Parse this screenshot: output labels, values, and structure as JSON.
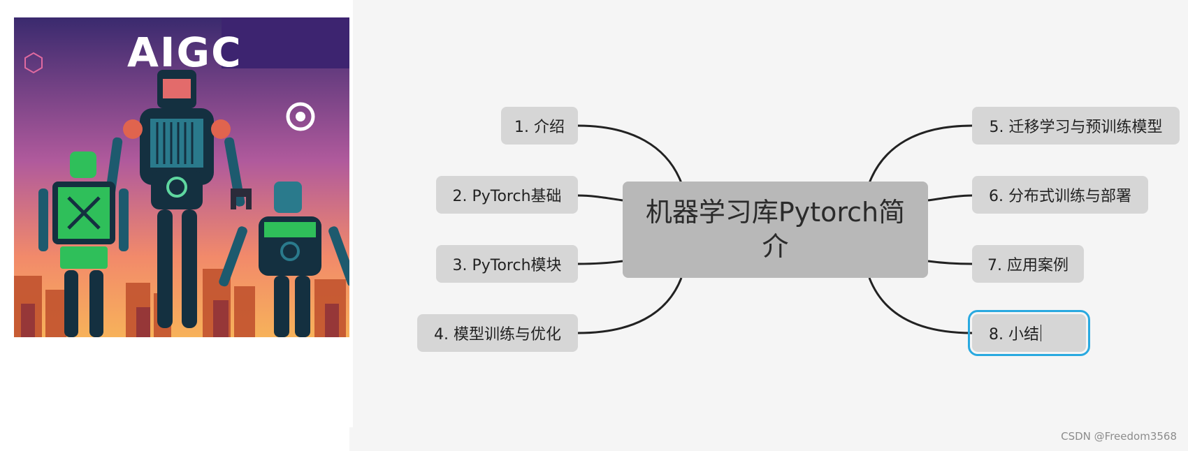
{
  "illustration": {
    "title": "AIGC"
  },
  "mindmap": {
    "center": "机器学习库Pytorch简介",
    "left_branches": [
      "1. 介绍",
      "2. PyTorch基础",
      "3. PyTorch模块",
      "4. 模型训练与优化"
    ],
    "right_branches": [
      "5. 迁移学习与预训练模型",
      "6. 分布式训练与部署",
      "7. 应用案例",
      "8. 小结"
    ]
  },
  "watermark": "CSDN @Freedom3568",
  "colors": {
    "canvas": "#f5f5f5",
    "branch": "#d6d6d6",
    "center": "#b8b8b8",
    "selection": "#29a9e0",
    "connector": "#222222"
  }
}
